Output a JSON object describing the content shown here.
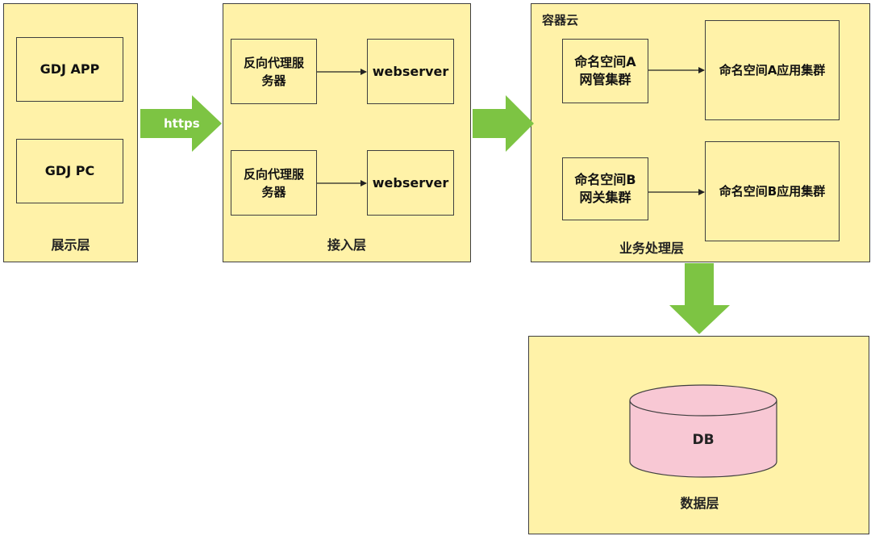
{
  "presentation_layer": {
    "label": "展示层",
    "app": "GDJ APP",
    "pc": "GDJ PC"
  },
  "access_layer": {
    "label": "接入层",
    "proxy1": "反向代理服务器",
    "webserver1": "webserver",
    "proxy2": "反向代理服务器",
    "webserver2": "webserver"
  },
  "business_layer": {
    "container_title": "容器云",
    "label": "业务处理层",
    "gateway_a": "命名空间A\n网管集群",
    "cluster_a": "命名空间A应用集群",
    "gateway_b": "命名空间B\n网关集群",
    "cluster_b": "命名空间B应用集群"
  },
  "data_layer": {
    "label": "数据层",
    "db": "DB"
  },
  "connectors": {
    "https_label": "https"
  },
  "colors": {
    "panel_fill": "#FFF2A8",
    "arrow_green": "#7DC443",
    "db_fill": "#F8C8D4"
  }
}
